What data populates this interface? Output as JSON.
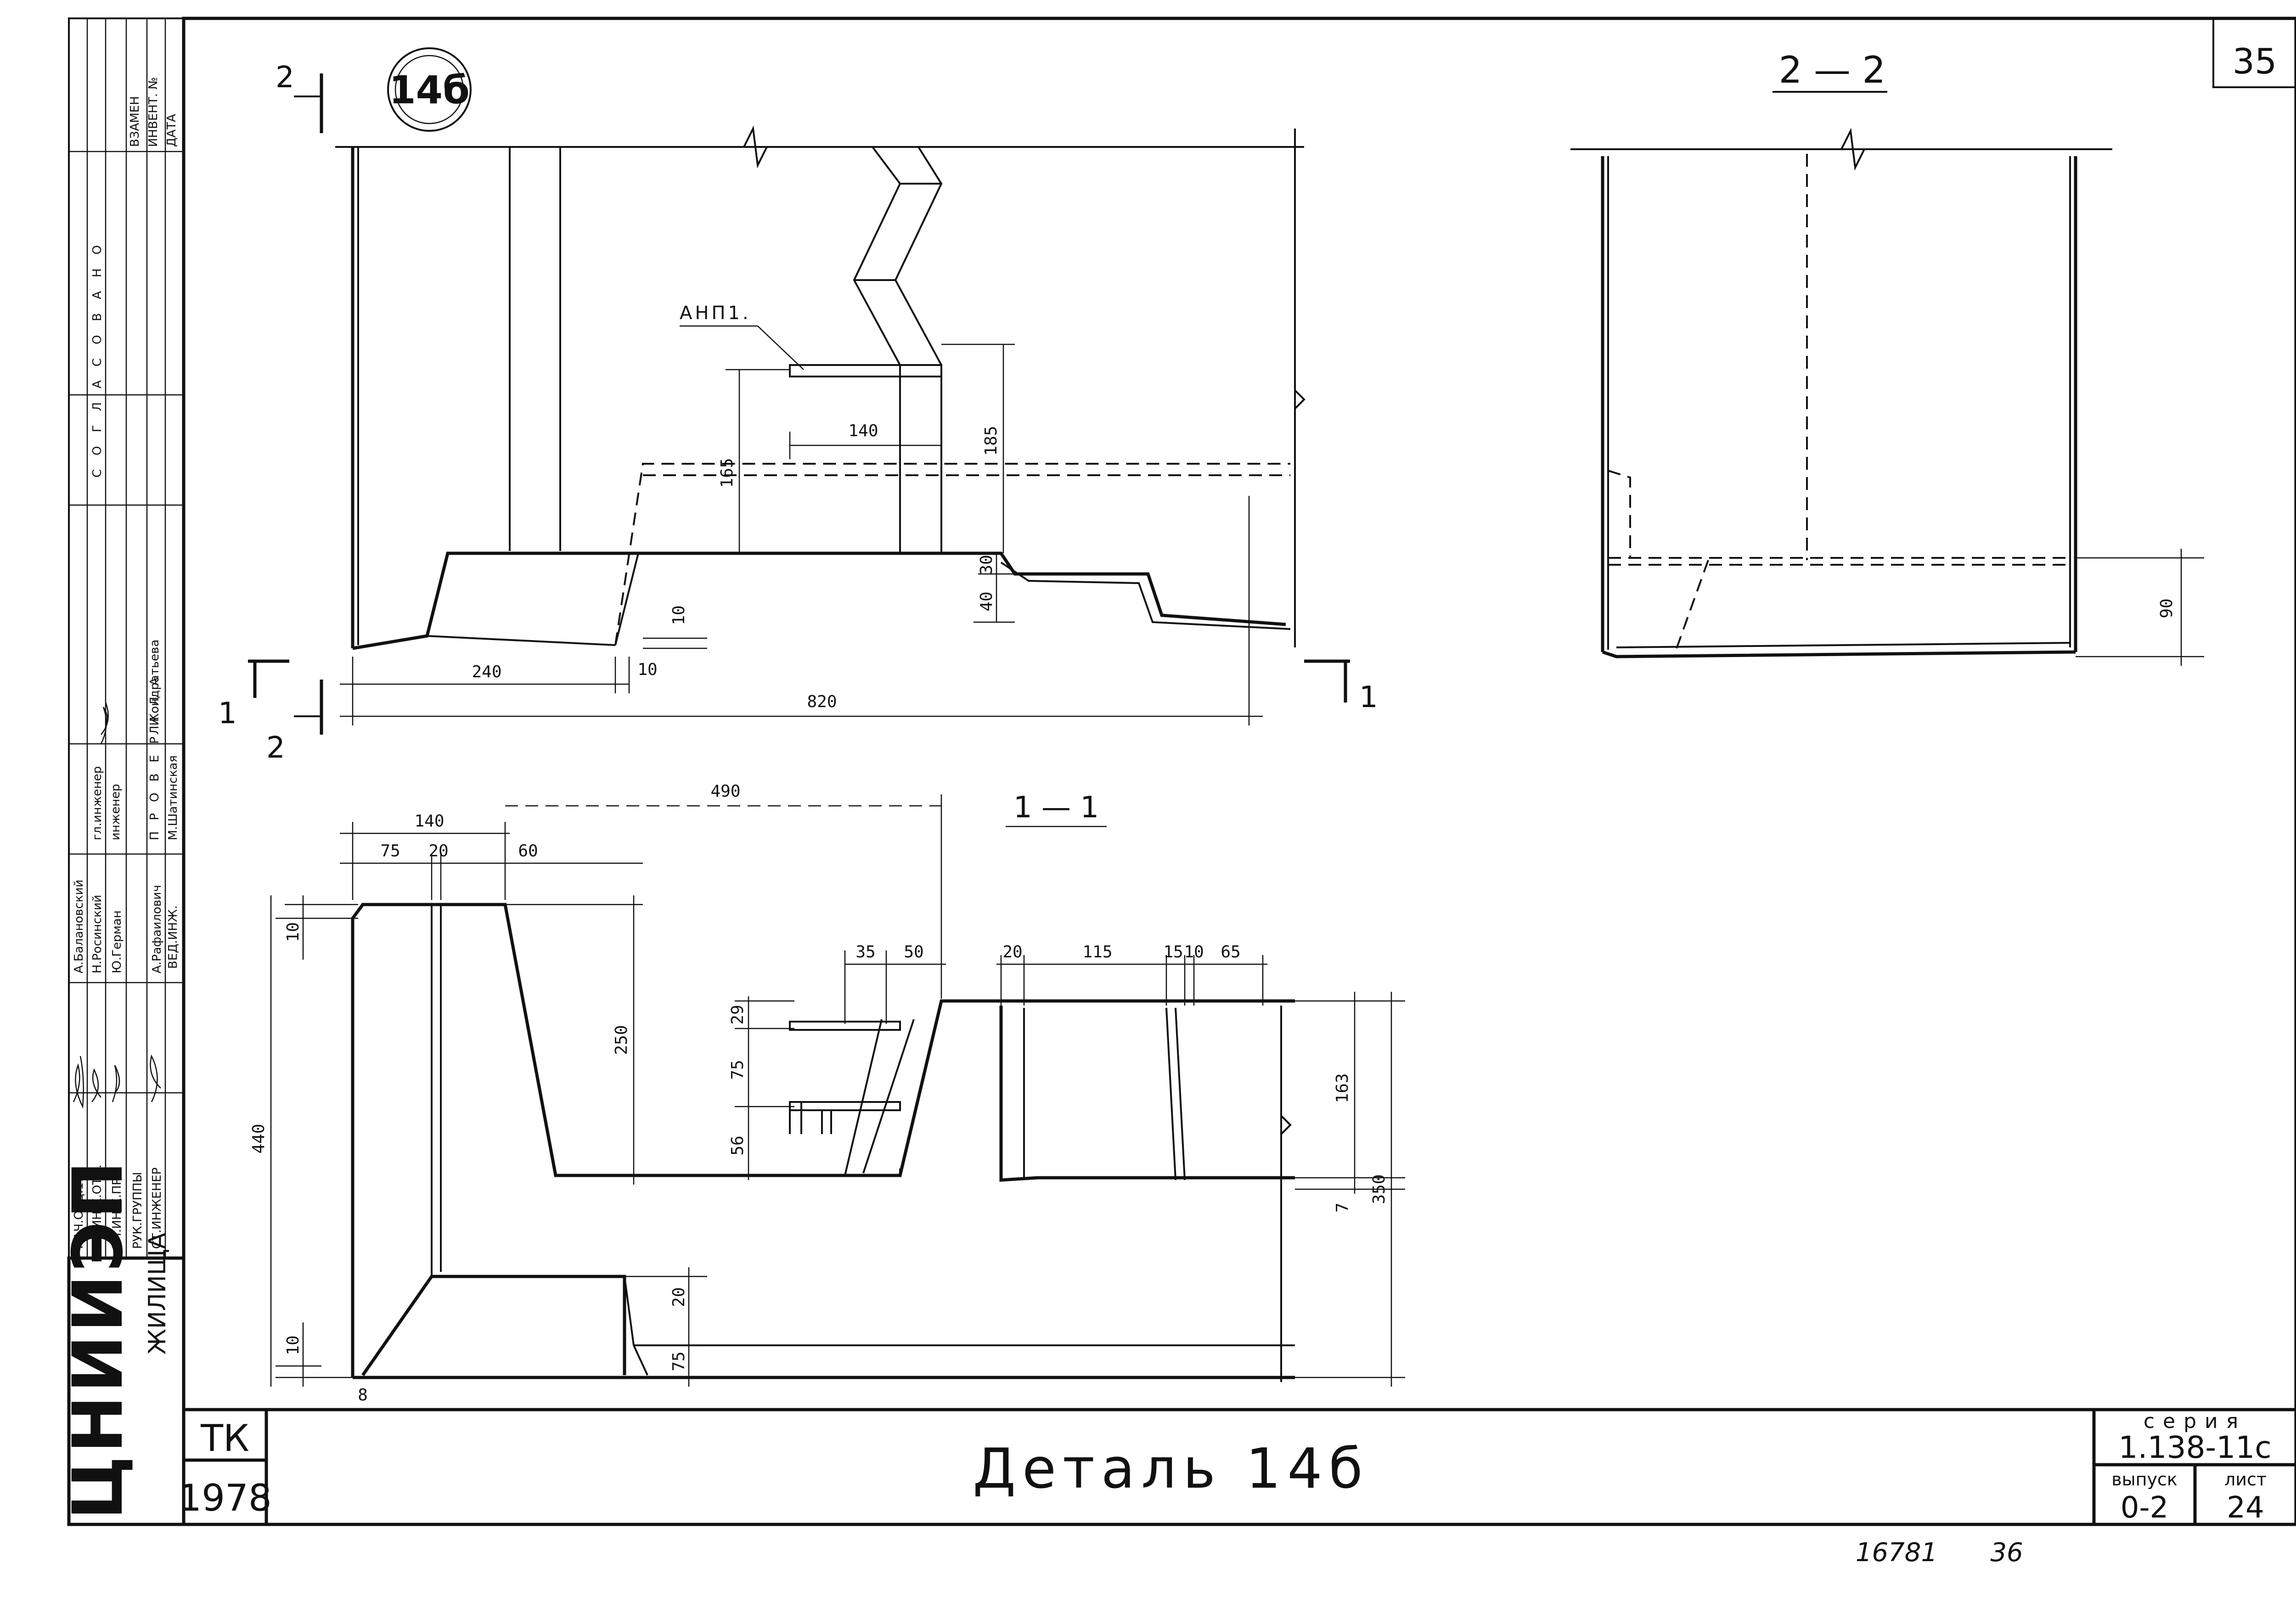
{
  "sheet": {
    "number": "35",
    "title": "Деталь 14б",
    "detail_mark": "14б",
    "org_code": "ТК",
    "year": "1978",
    "stamp_bottom": "16781",
    "stamp_bottom_page": "36",
    "org_name": "ЦНИИЭП",
    "org_suffix": "ЖИЛИЩА"
  },
  "series_box": {
    "series_label": "серия",
    "series_value": "1.138-11с",
    "issue_label": "выпуск",
    "issue_value": "0-2",
    "sheet_label": "лист",
    "sheet_value": "24"
  },
  "side_table": {
    "top_headers": [
      "ДАТА",
      "ИНВЕНТ. №",
      "ВЗАМЕН"
    ],
    "agreed": "СОГЛАСОВАНО",
    "checked": "ПРОВЕРИЛА",
    "agreed_name": "Л.Кондратьева",
    "checked_name": "М.Шатинская",
    "engineer_label": "инженер",
    "chief_engineer_label": "гл.инженер",
    "roles": [
      "НАЧ.ОТД.11",
      "ГЛ.ИНЖ.ОТД.",
      "ГЛ.ИНЖ.ПР.",
      "РУК.ГРУППЫ",
      "СТ.ИНЖЕНЕР"
    ],
    "names": [
      "А.Балановский",
      "Н.Росинский",
      "Ю.Герман",
      "",
      "А.Рафаилович"
    ],
    "extra_role": "ВЕД.ИНЖ."
  },
  "views": {
    "section_2_2": "2 — 2",
    "section_1_1": "1 — 1",
    "cut_2": "2",
    "cut_1": "1",
    "anchor_label": "АНП1."
  },
  "dims_top": {
    "d140": "140",
    "d165": "165",
    "d185": "185",
    "d30": "30",
    "d40": "40",
    "d10a": "10",
    "d10b": "10",
    "d240": "240",
    "d820": "820"
  },
  "dims_2_2": {
    "d90": "90"
  },
  "dims_bottom": {
    "d140": "140",
    "d490": "490",
    "d75": "75",
    "d20": "20",
    "d60": "60",
    "d10top": "10",
    "d250": "250",
    "d440": "440",
    "d10bot": "10",
    "d8": "8",
    "d20b": "20",
    "d75b": "75",
    "d35": "35",
    "d50": "50",
    "d29": "29",
    "d75c": "75",
    "d56": "56",
    "d20c": "20",
    "d115": "115",
    "d15": "15",
    "d10c": "10",
    "d65": "65",
    "d163": "163",
    "d7": "7",
    "d350": "350"
  }
}
